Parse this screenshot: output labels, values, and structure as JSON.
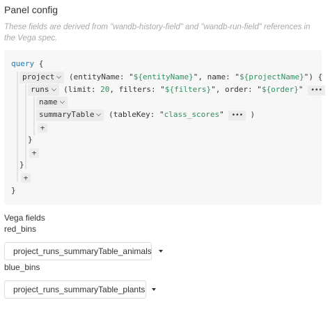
{
  "panel": {
    "title": "Panel config",
    "hint": "These fields are derived from \"wandb-history-field\" and \"wandb-run-field\" references in the Vega spec."
  },
  "query": {
    "keyword": "query",
    "open_brace": "{",
    "close_brace": "}",
    "project": {
      "field": "project",
      "args_prefix": "(entityName: \"",
      "entity_value": "${entityName}",
      "args_mid": "\", name: \"",
      "name_value": "${projectName}",
      "args_suffix": "\") {"
    },
    "runs": {
      "field": "runs",
      "args_open": "(limit: ",
      "limit_value": "20",
      "args_filters": ", filters: \"",
      "filters_value": "${filters}",
      "args_order": "\", order: \"",
      "order_value": "${order}",
      "args_close_quote": "\"",
      "more": "•••",
      "args_end": ") {"
    },
    "name_field": "name",
    "summary": {
      "field": "summaryTable",
      "args_open": "(tableKey: \"",
      "key_value": "class_scores",
      "args_close_quote": "\"",
      "more": "•••",
      "args_end": ")"
    },
    "plus": "+"
  },
  "vega": {
    "title": "Vega fields",
    "fields": [
      {
        "label": "red_bins",
        "selected": "project_runs_summaryTable_animals"
      },
      {
        "label": "blue_bins",
        "selected": "project_runs_summaryTable_plants"
      }
    ]
  },
  "colors": {
    "keyword": "#1f78b4",
    "string": "#2f8f5f",
    "code_bg": "#f7f7f7"
  }
}
